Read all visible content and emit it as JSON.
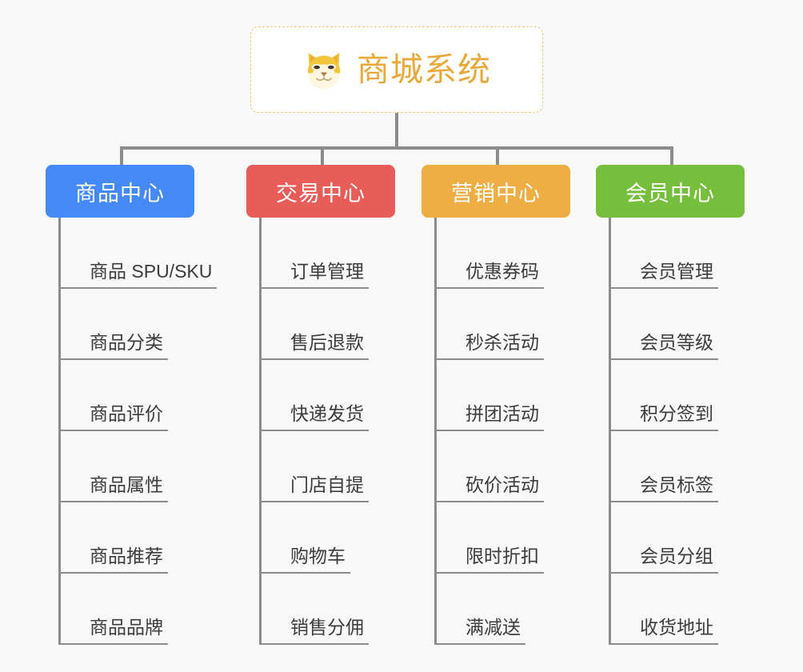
{
  "diagram": {
    "type": "org-chart",
    "background_color": "#f8f8f8",
    "connector_color": "#8c8c8c",
    "root": {
      "title": "商城系统",
      "icon": "shiba-dog-face-icon",
      "text_color": "#e8a93a",
      "border_color": "#edc675",
      "background_color": "#ffffff"
    },
    "branches": [
      {
        "label": "商品中心",
        "color": "#4589f5",
        "items": [
          "商品 SPU/SKU",
          "商品分类",
          "商品评价",
          "商品属性",
          "商品推荐",
          "商品品牌"
        ]
      },
      {
        "label": "交易中心",
        "color": "#e85d58",
        "items": [
          "订单管理",
          "售后退款",
          "快递发货",
          "门店自提",
          "购物车",
          "销售分佣"
        ]
      },
      {
        "label": "营销中心",
        "color": "#eeae43",
        "items": [
          "优惠券码",
          "秒杀活动",
          "拼团活动",
          "砍价活动",
          "限时折扣",
          "满减送"
        ]
      },
      {
        "label": "会员中心",
        "color": "#76bf3d",
        "items": [
          "会员管理",
          "会员等级",
          "积分签到",
          "会员标签",
          "会员分组",
          "收货地址"
        ]
      }
    ]
  }
}
